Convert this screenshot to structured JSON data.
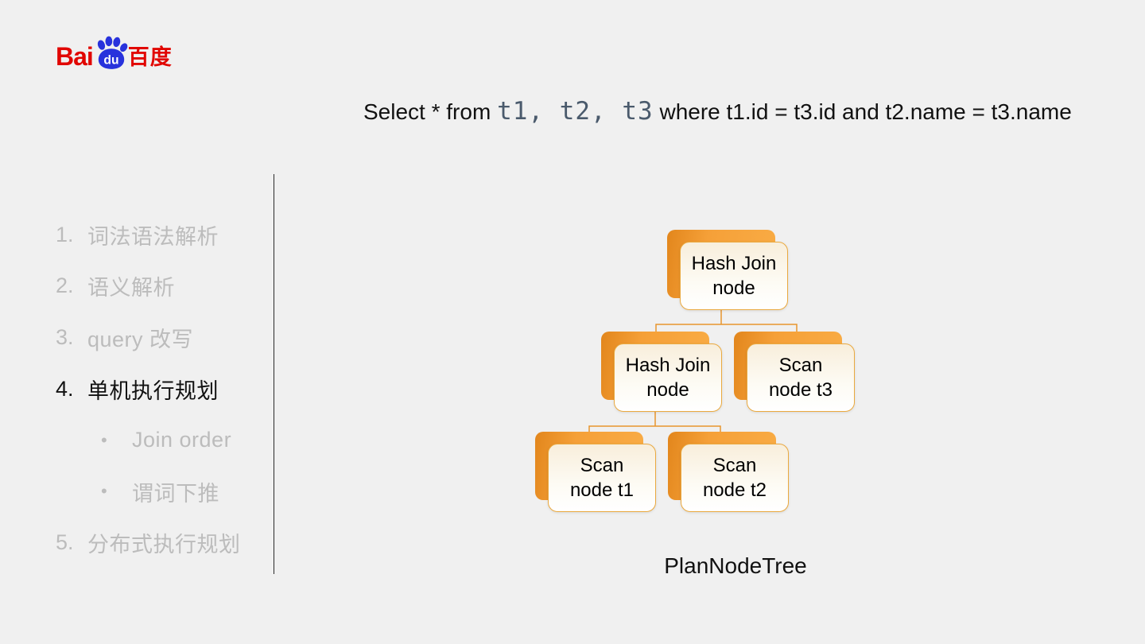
{
  "logo": {
    "bai": "Bai",
    "du": "du",
    "chinese": "百度"
  },
  "title": {
    "prefix": "Select * from ",
    "tables": "t1, t2, t3",
    "suffix": " where t1.id = t3.id and t2.name = t3.name"
  },
  "sidebar": {
    "items": [
      {
        "marker": "1.",
        "label": "词法语法解析"
      },
      {
        "marker": "2.",
        "label": "语义解析"
      },
      {
        "marker": "3.",
        "label": "query 改写"
      },
      {
        "marker": "4.",
        "label": "单机执行规划"
      },
      {
        "marker": "•",
        "label": "Join order"
      },
      {
        "marker": "•",
        "label": "谓词下推"
      },
      {
        "marker": "5.",
        "label": "分布式执行规划"
      }
    ]
  },
  "diagram": {
    "caption": "PlanNodeTree",
    "nodes": [
      {
        "line1": "Hash Join",
        "line2": "node"
      },
      {
        "line1": "Hash Join",
        "line2": "node"
      },
      {
        "line1": "Scan",
        "line2": "node t3"
      },
      {
        "line1": "Scan",
        "line2": "node t1"
      },
      {
        "line1": "Scan",
        "line2": "node t2"
      }
    ]
  },
  "colors": {
    "background": "#F0F0F0",
    "orange_dark": "#E2861C",
    "orange_light": "#F9AC45",
    "node_fill_top": "#F8EEDB",
    "node_border": "#EAA93F",
    "connector": "#E8952D",
    "table_text": "#4A5A6C",
    "inactive_gray": "#BCBCBC",
    "active_black": "#111111",
    "baidu_red": "#E10601",
    "baidu_blue": "#2832DC"
  }
}
